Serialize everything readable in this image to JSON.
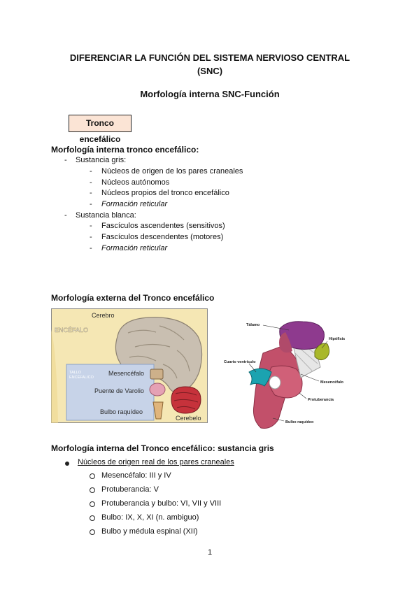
{
  "header": {
    "title_line1": "DIFERENCIAR LA FUNCIÓN DEL SISTEMA NERVIOSO CENTRAL",
    "title_line2": "(SNC)",
    "subtitle": "Morfología interna SNC-Función",
    "section_box": "Tronco encefálico"
  },
  "interna": {
    "heading": "Morfología interna tronco encefálico:",
    "gris_label": "Sustancia gris:",
    "gris_items": [
      "Núcleos de origen de los pares craneales",
      "Núcleos autónomos",
      "Núcleos propios del tronco encefálico",
      "Formación reticular"
    ],
    "blanca_label": "Sustancia blanca:",
    "blanca_items": [
      "Fascículos ascendentes (sensitivos)",
      "Fascículos descendentes (motores)",
      "Formación reticular"
    ]
  },
  "externa": {
    "heading": "Morfología externa del Tronco encefálico",
    "left_figure": {
      "encefalo": "ENCÉFALO",
      "cerebro": "Cerebro",
      "tallo": "TALLO",
      "encefalico": "ENCÉFALICO",
      "mesencefalo": "Mesencéfalo",
      "puente": "Puente de Varolio",
      "bulbo": "Bulbo raquídeo",
      "cerebelo": "Cerebelo"
    },
    "right_figure": {
      "talamo": "Tálamo",
      "hipofisis": "Hipófisis",
      "cuarto": "Cuarto ventrículo",
      "mesencefalo": "Mesencéfalo",
      "protuberancia": "Protuberancia",
      "bulbo": "Bulbo raquídeo"
    }
  },
  "gris": {
    "heading": "Morfología interna del Tronco encefálico: sustancia gris",
    "main_item": "Núcleos de origen real de los pares craneales",
    "sub_items": [
      "Mesencéfalo: III y IV",
      "Protuberancia: V",
      "Protuberancia y bulbo: VI, VII y VIII",
      "Bulbo: IX, X, XI (n. ambiguo)",
      "Bulbo y médula espinal (XII)"
    ]
  },
  "footer": {
    "page_number": "1"
  },
  "colors": {
    "box_fill": "#fbe4d5",
    "figure_bg": "#f5e7b4",
    "cerebelo": "#c6323b",
    "purple": "#8e3a8e",
    "pink": "#c2506a",
    "teal": "#1ba3b0",
    "yellow_green": "#a9b82a"
  }
}
